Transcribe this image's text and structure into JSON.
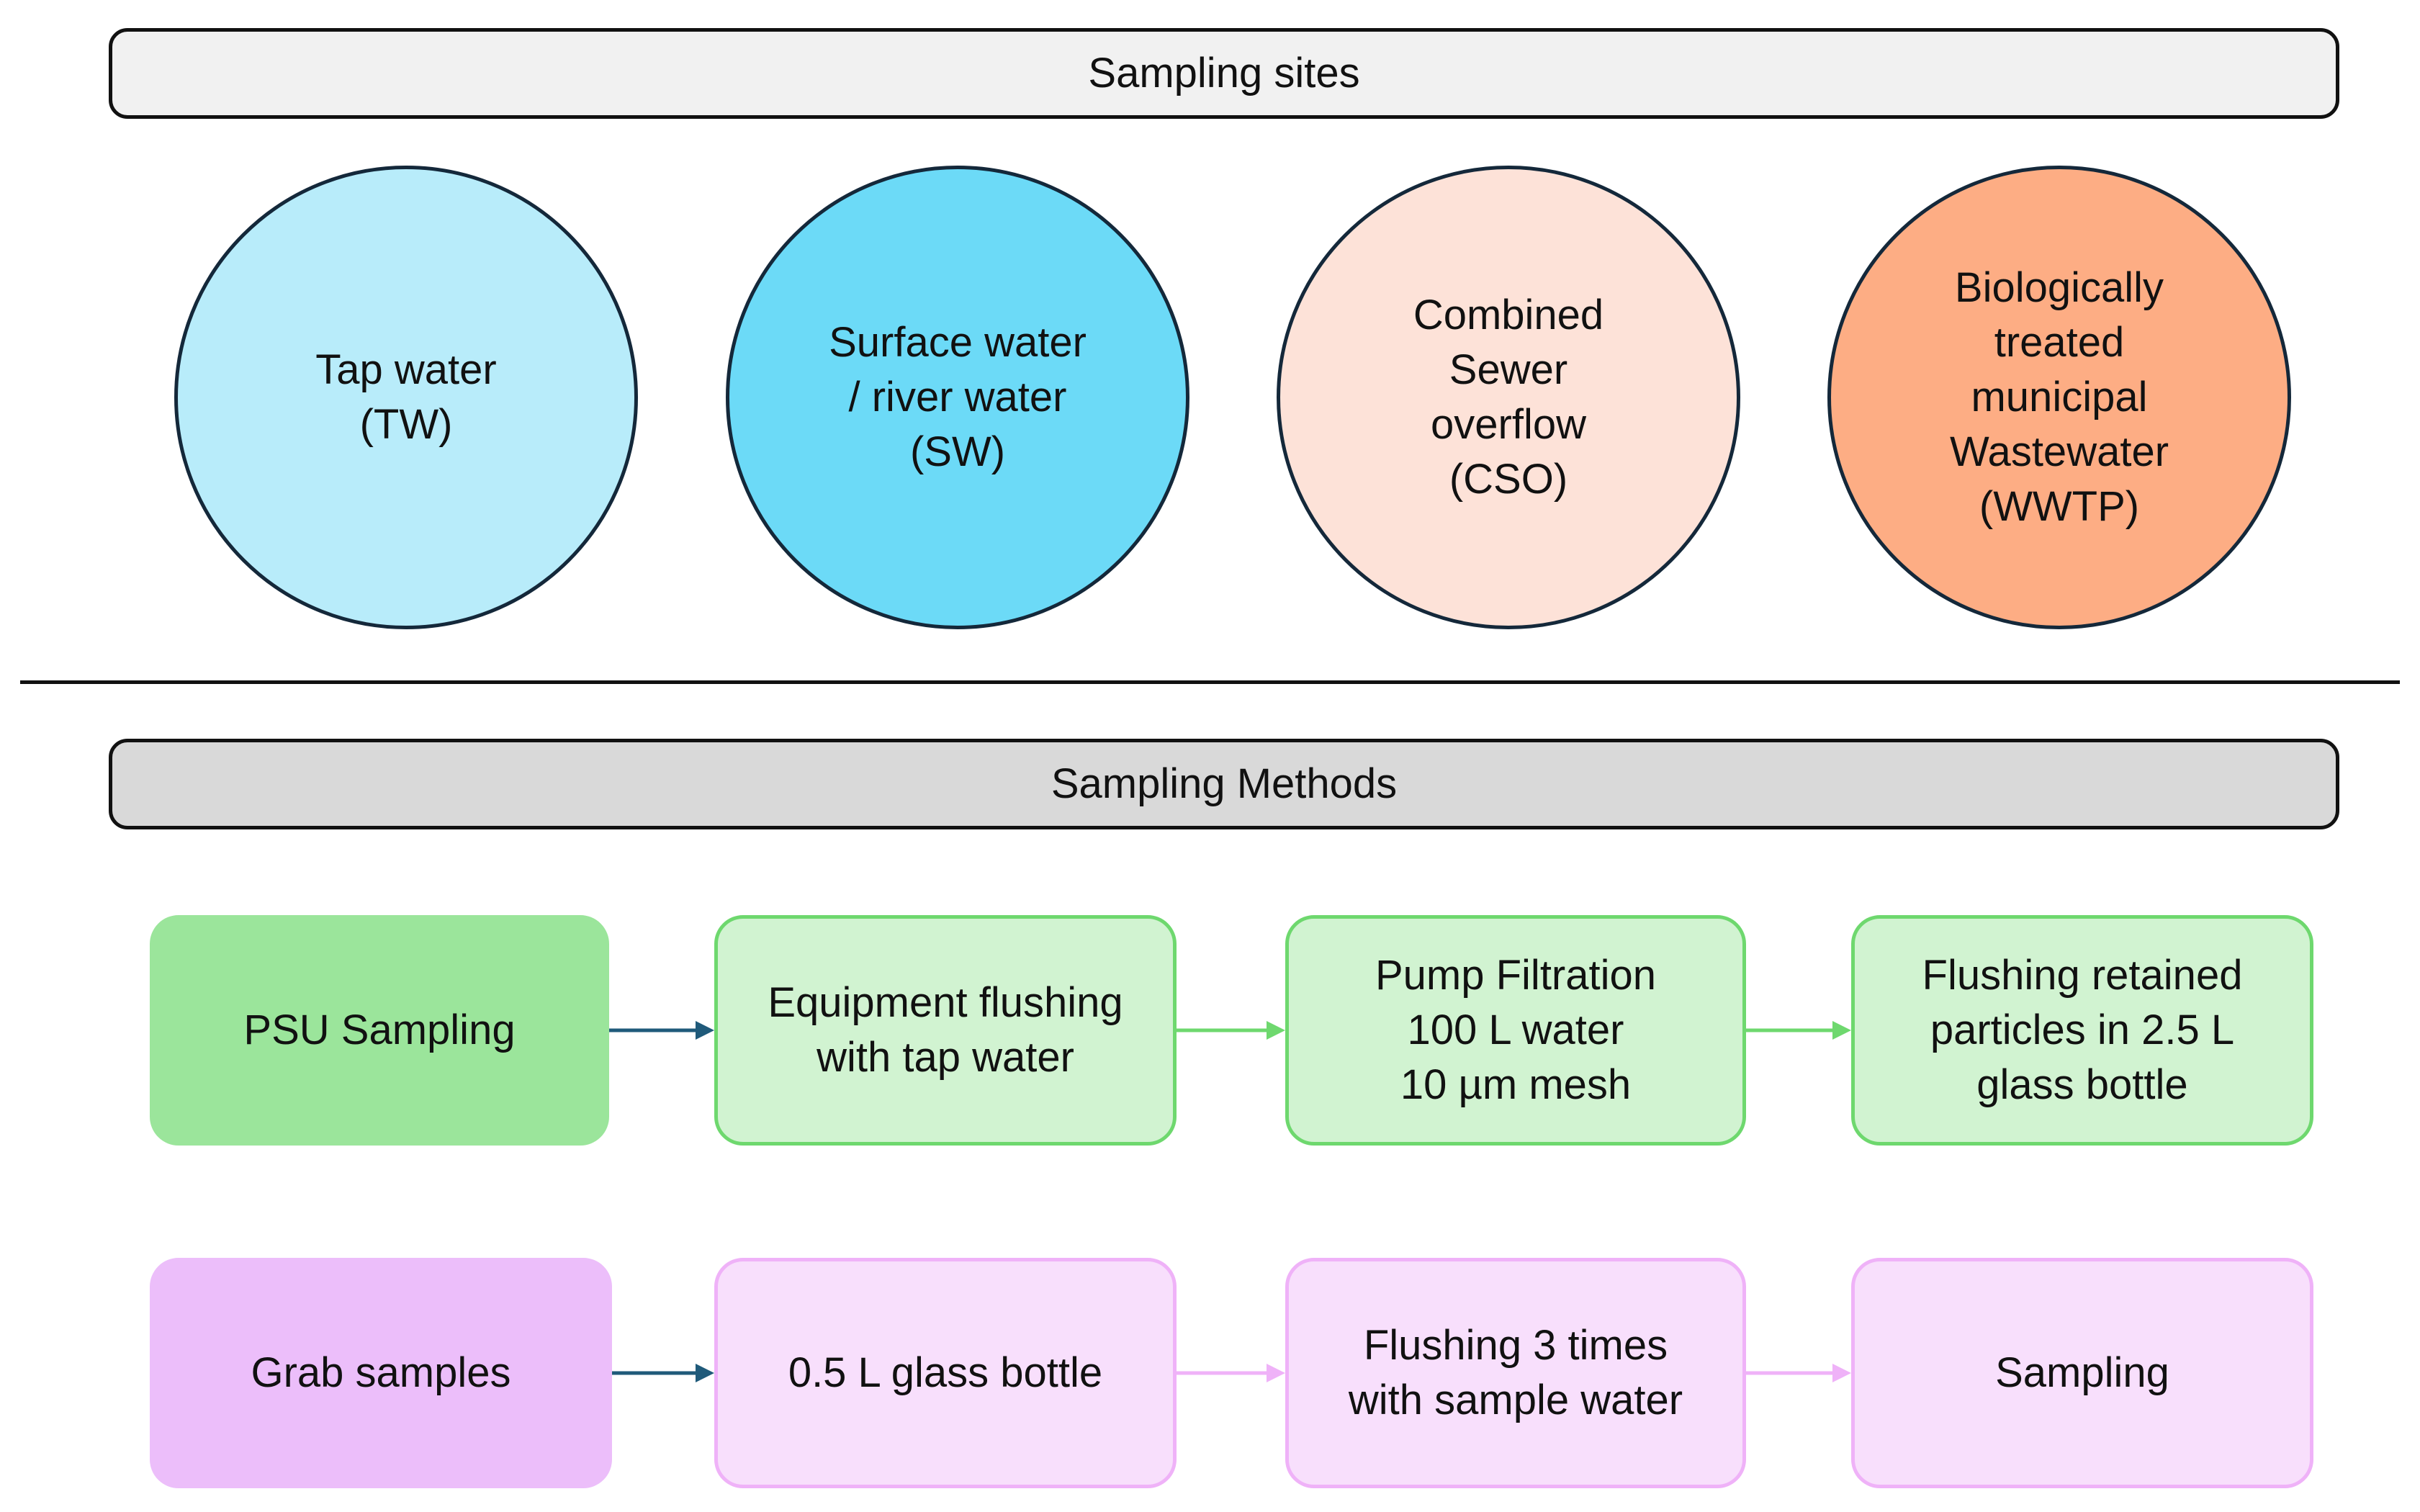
{
  "headers": {
    "sites": "Sampling sites",
    "methods": "Sampling Methods"
  },
  "sites": [
    {
      "lines": [
        "Tap water",
        "(TW)"
      ],
      "fill": "#b8ecfa"
    },
    {
      "lines": [
        "Surface water",
        "/ river water",
        "(SW)"
      ],
      "fill": "#6cdaf7"
    },
    {
      "lines": [
        "Combined",
        "Sewer",
        "overflow",
        "(CSO)"
      ],
      "fill": "#fde2d8"
    },
    {
      "lines": [
        "Biologically",
        "treated",
        "municipal",
        "Wastewater",
        "(WWTP)"
      ],
      "fill": "#fdad84"
    }
  ],
  "methods": [
    {
      "label": "PSU Sampling",
      "accent": "#9be59b",
      "step_fill": "#d1f3d1",
      "step_border": "#6ed86e",
      "steps": [
        [
          "Equipment flushing",
          "with tap water"
        ],
        [
          "Pump Filtration",
          "100 L water",
          "10 µm mesh"
        ],
        [
          "Flushing retained",
          "particles in 2.5 L",
          "glass bottle"
        ]
      ]
    },
    {
      "label": "Grab samples",
      "accent": "#ecbefa",
      "step_fill": "#f8dffc",
      "step_border": "#efb2f8",
      "steps": [
        [
          "0.5 L glass bottle"
        ],
        [
          "Flushing 3 times",
          "with sample water"
        ],
        [
          "Sampling"
        ]
      ]
    }
  ],
  "colors": {
    "outline": "#111111",
    "circle_border": "#14283a",
    "first_arrow": "#1f5a7a"
  }
}
